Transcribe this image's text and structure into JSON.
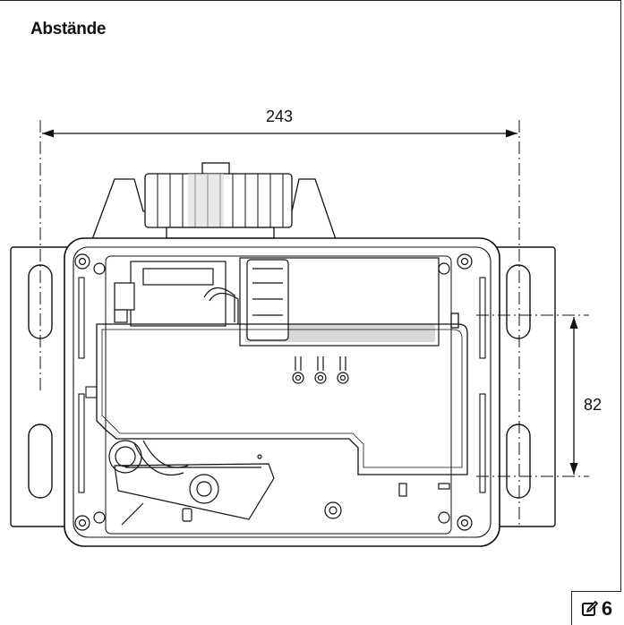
{
  "title": "Abstände",
  "dimensions": {
    "width_label": "243",
    "height_label": "82"
  },
  "page": {
    "number": "6",
    "icon": "edit-icon"
  }
}
